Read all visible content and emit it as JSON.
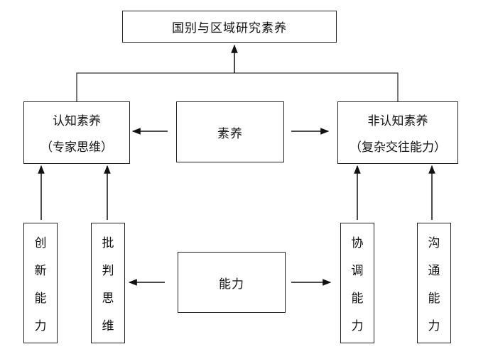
{
  "top": {
    "label": "国别与区域研究素养"
  },
  "cognitive": {
    "line1": "认知素养",
    "line2": "（专家思维）"
  },
  "literacy": {
    "label": "素养"
  },
  "noncognitive": {
    "line1": "非认知素养",
    "line2": "（复杂交往能力）"
  },
  "ability": {
    "label": "能力"
  },
  "skills": {
    "innovation": [
      "创",
      "新",
      "能",
      "力"
    ],
    "critical": [
      "批",
      "判",
      "思",
      "维"
    ],
    "coordination": [
      "协",
      "调",
      "能",
      "力"
    ],
    "communication": [
      "沟",
      "通",
      "能",
      "力"
    ]
  }
}
